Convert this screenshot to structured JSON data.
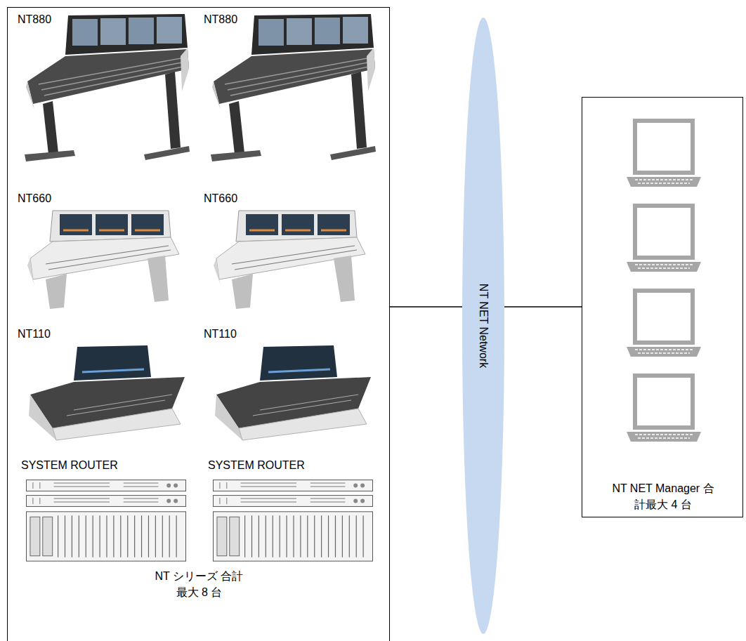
{
  "diagram": {
    "nodes": [
      {
        "text": [
          "NT シリーズ 合計最大 8 台"
        ]
      },
      {
        "text": [
          "NT NET Network"
        ]
      },
      {
        "text": [
          "NT NET Manager 合計最大 4 台"
        ]
      }
    ],
    "edges": [
      {
        "from": 0,
        "to": 1,
        "arrow": "none"
      },
      {
        "from": 1,
        "to": 2,
        "arrow": "none"
      }
    ],
    "labels": [
      "NT880",
      "NT880",
      "NT660",
      "NT660",
      "NT110",
      "NT110",
      "SYSTEM ROUTER",
      "SYSTEM ROUTER"
    ]
  }
}
